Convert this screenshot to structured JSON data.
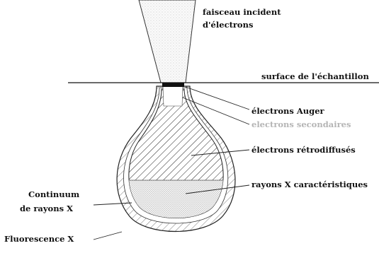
{
  "labels": {
    "beam_line1": "faisceau incident",
    "beam_line2": "d'électrons",
    "surface": "surface de l'échantillon",
    "auger": "électrons Auger",
    "secondary": "electrons secondaires",
    "backscattered": "électrons rétrodiffusés",
    "xray_char": "rayons X caractéristiques",
    "continuum_line1": "Continuum",
    "continuum_line2": "de rayons X",
    "fluorescence": "Fluorescence X"
  }
}
